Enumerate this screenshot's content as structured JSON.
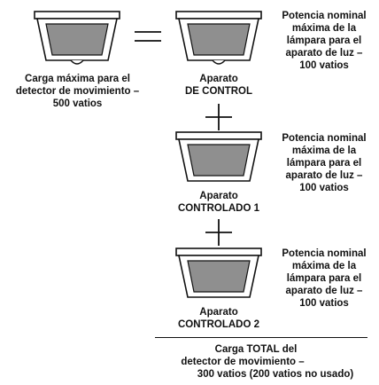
{
  "left_fixture": {
    "caption_lines": [
      "Carga máxima para el",
      "detector de movimiento –",
      "500 vatios"
    ]
  },
  "fixtures": [
    {
      "caption_lines": [
        "Aparato",
        "DE CONTROL"
      ],
      "rating_lines": [
        "Potencia nominal",
        "máxima de la",
        "lámpara para el",
        "aparato de luz –",
        "100 vatios"
      ]
    },
    {
      "caption_lines": [
        "Aparato",
        "CONTROLADO 1"
      ],
      "rating_lines": [
        "Potencia nominal",
        "máxima de la",
        "lámpara para el",
        "aparato de luz –",
        "100 vatios"
      ]
    },
    {
      "caption_lines": [
        "Aparato",
        "CONTROLADO 2"
      ],
      "rating_lines": [
        "Potencia nominal",
        "máxima de la",
        "lámpara para el",
        "aparato de luz –",
        "100 vatios"
      ]
    }
  ],
  "total": {
    "lines": [
      "Carga TOTAL del",
      "detector de movimiento –",
      "300 vatios  (200 vatios no usado)"
    ]
  },
  "colors": {
    "lens": "#8f8f8f",
    "outline": "#111111"
  }
}
